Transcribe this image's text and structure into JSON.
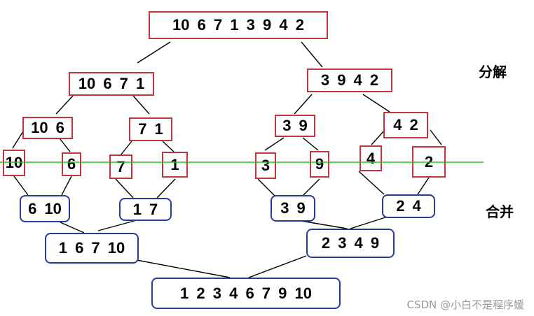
{
  "labels": {
    "split": "分解",
    "merge": "合并"
  },
  "watermark": "CSDN @小白不是程序媛",
  "colors": {
    "split_border": "#c0353a",
    "merge_border": "#2a3a9a",
    "divider": "#22c322",
    "connector": "#000000"
  },
  "split_tree": {
    "root": "10 6 7 1 3 9 4 2",
    "left": "10 6 7 1",
    "right": "3 9 4 2",
    "left_left": "10 6",
    "left_right": "7 1",
    "right_left": "3 9",
    "right_right": "4 2",
    "leaves": [
      "10",
      "6",
      "7",
      "1",
      "3",
      "9",
      "4",
      "2"
    ]
  },
  "merge_tree": {
    "pairs": [
      "6 10",
      "1 7",
      "3 9",
      "2 4"
    ],
    "halves": [
      "1 6 7 10",
      "2 3 4 9"
    ],
    "result": "1 2 3 4 6 7 9 10"
  }
}
